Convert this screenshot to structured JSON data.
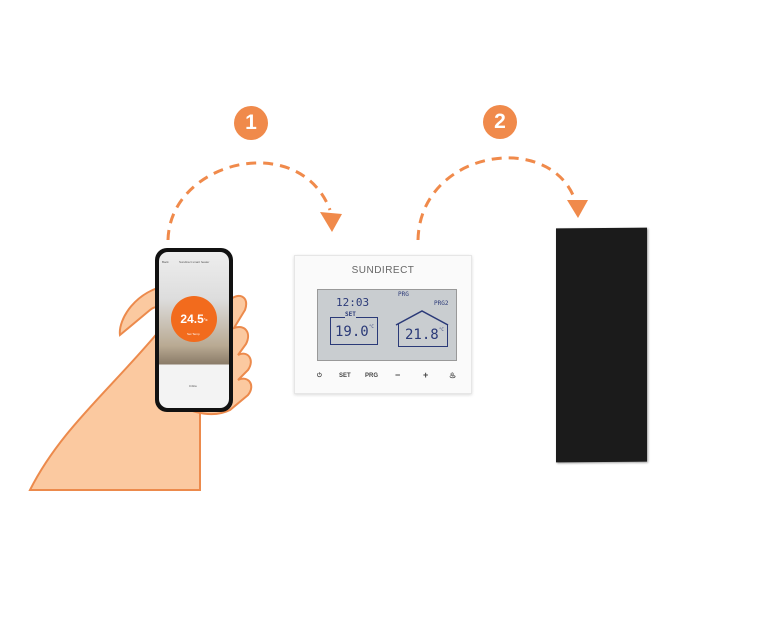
{
  "steps": {
    "one": "1",
    "two": "2"
  },
  "colors": {
    "accent": "#f08a4b",
    "dial": "#f26b1d",
    "lcd_text": "#2b3a78"
  },
  "phone": {
    "app_title": "Sundirect smart heater",
    "back": "Back",
    "temperature": "24.5",
    "unit": "°c",
    "mode": "Set Temp",
    "power_label": "0.0kw"
  },
  "thermostat": {
    "brand": "SUNDIRECT",
    "lcd": {
      "time": "12:03",
      "prg": "PRG",
      "prog": "PRG2",
      "set_label": "SET",
      "set_temp": "19.0",
      "room_temp": "21.8",
      "unit": "°C"
    },
    "buttons": {
      "power": "⏻",
      "set": "SET",
      "prg": "PRG",
      "minus": "−",
      "plus": "+",
      "fan": "♨"
    }
  }
}
